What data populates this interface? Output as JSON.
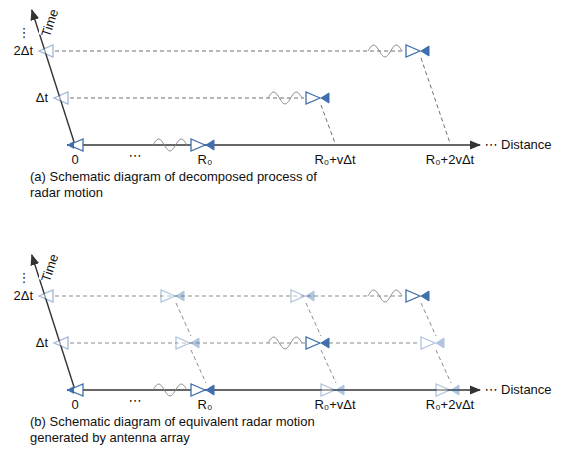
{
  "diagram": {
    "labels": [
      "Time",
      "⋮",
      "2Δt",
      "Δt",
      "0",
      "⋯",
      "R₀",
      "R₀+vΔt",
      "R₀+2vΔt",
      "⋯",
      "Distance",
      "(a) Schematic diagram of decomposed process of radar motion",
      "Time",
      "⋮",
      "2Δt",
      "Δt",
      "0",
      "⋯",
      "R₀",
      "R₀+vΔt",
      "R₀+2vΔt",
      "⋯",
      "Distance",
      "(b) Schematic diagram of equivalent radar motion generated by antenna array"
    ]
  }
}
